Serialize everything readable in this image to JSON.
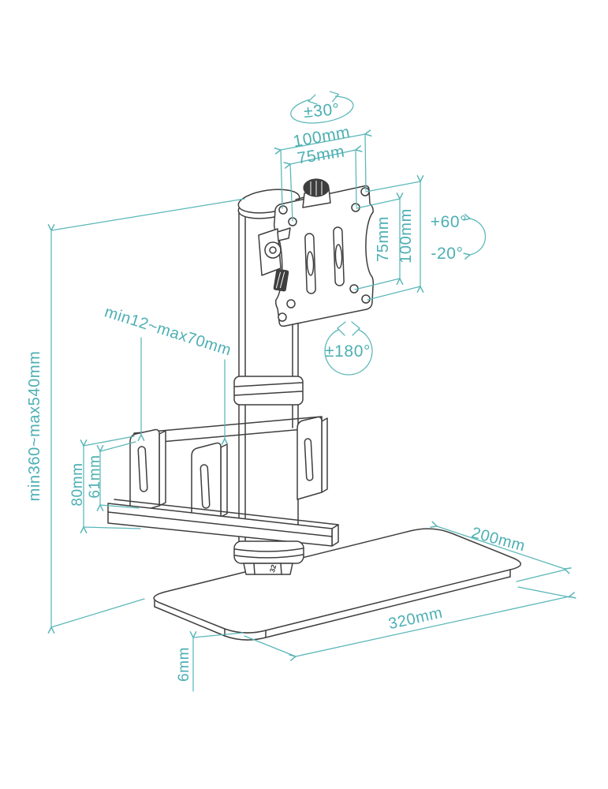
{
  "figure": {
    "description": "Technical line drawing of a freestanding desk monitor mount with CPU holder and base plate, annotated with dimensions",
    "background": "#ffffff",
    "line_color": "#3e3e3e",
    "dimension_color": "#5ab6b8",
    "labels": {
      "swivel_range": "±30°",
      "vesa_width_outer": "100mm",
      "vesa_width_inner": "75mm",
      "vesa_height_inner": "75mm",
      "vesa_height_outer": "100mm",
      "tilt_up": "+60°",
      "tilt_down": "-20°",
      "rotation_range": "±180°",
      "cpu_holder_width": "min12~max70mm",
      "pole_height_range": "min360~max540mm",
      "cpu_bracket_height_outer": "80mm",
      "cpu_bracket_height_inner": "61mm",
      "base_depth": "200mm",
      "base_width": "320mm",
      "base_thickness": "6mm",
      "part_marking": "32"
    }
  }
}
